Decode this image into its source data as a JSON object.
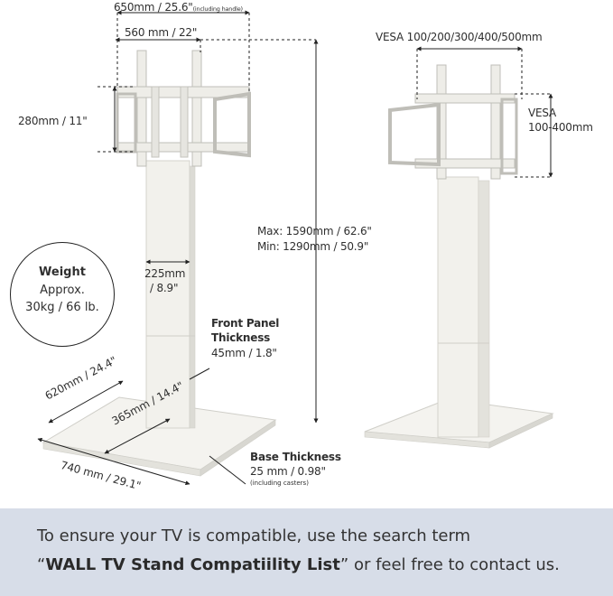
{
  "dimensions": {
    "total_width": "650mm / 25.6\"",
    "total_width_note": "(including handle)",
    "mount_width": "560 mm / 22\"",
    "mount_height": "280mm / 11\"",
    "height_max": "Max: 1590mm / 62.6\"",
    "height_min": "Min: 1290mm / 50.9\"",
    "pillar_width_line1": "225mm",
    "pillar_width_line2": "/ 8.9\"",
    "base_width": "620mm / 24.4\"",
    "base_depth_inner": "365mm / 14.4\"",
    "base_depth": "740 mm / 29.1\"",
    "vesa_horizontal": "VESA 100/200/300/400/500mm",
    "vesa_vertical_line1": "VESA",
    "vesa_vertical_line2": "100-400mm"
  },
  "weight": {
    "label": "Weight",
    "line1": "Approx.",
    "line2": "30kg / 66 lb."
  },
  "front_panel": {
    "title_line1": "Front Panel",
    "title_line2": "Thickness",
    "value": "45mm / 1.8\""
  },
  "base_thickness": {
    "title": "Base Thickness",
    "value": "25 mm / 0.98\"",
    "note": "(including casters)"
  },
  "banner": {
    "line1": "To ensure your TV is compatible, use the search term",
    "quote_open": "“",
    "term": "WALL TV Stand Compatiility List",
    "quote_close": "”",
    "line2_rest": " or feel free to contact us."
  },
  "colors": {
    "product": "#f2f1ec",
    "product_edge": "#d9d8d2",
    "banner_bg": "#d7dde8"
  }
}
